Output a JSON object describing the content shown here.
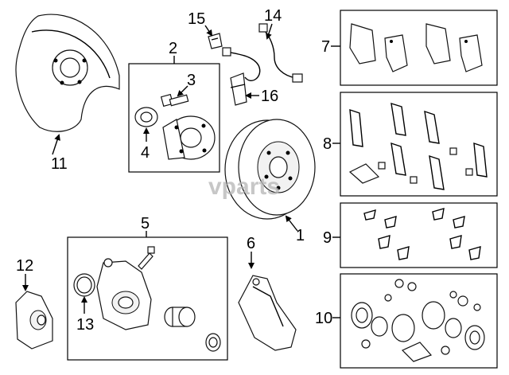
{
  "callouts": {
    "c1": "1",
    "c2": "2",
    "c3": "3",
    "c4": "4",
    "c5": "5",
    "c6": "6",
    "c7": "7",
    "c8": "8",
    "c9": "9",
    "c10": "10",
    "c11": "11",
    "c12": "12",
    "c13": "13",
    "c14": "14",
    "c15": "15",
    "c16": "16"
  },
  "watermark": "vparts",
  "colors": {
    "line": "#000000",
    "watermark": "#b5b5b5",
    "background": "#ffffff"
  }
}
